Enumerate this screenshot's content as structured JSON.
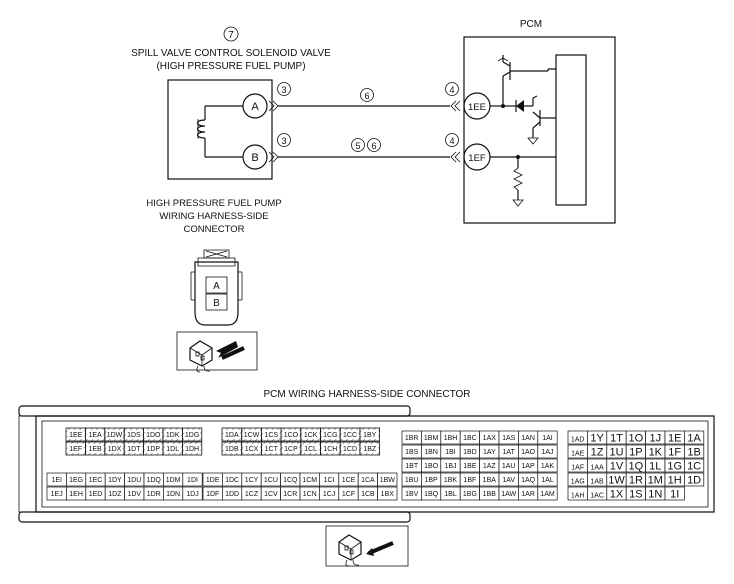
{
  "valve": {
    "number": "7",
    "title_line1": "SPILL VALVE CONTROL SOLENOID VALVE",
    "title_line2": "(HIGH PRESSURE FUEL PUMP)",
    "terminal_a": "A",
    "terminal_b": "B"
  },
  "pcm": {
    "title": "PCM",
    "terminal_top": "1EE",
    "terminal_bottom": "1EF"
  },
  "wires": {
    "top": {
      "left_note": "3",
      "mid_note": "6",
      "right_note": "4"
    },
    "bottom": {
      "left_note": "3",
      "mid_note_a": "5",
      "mid_note_b": "6",
      "right_note": "4"
    }
  },
  "pump_connector": {
    "title_line1": "HIGH PRESSURE FUEL PUMP",
    "title_line2": "WIRING HARNESS-SIDE",
    "title_line3": "CONNECTOR",
    "pin_a": "A",
    "pin_b": "B"
  },
  "pcm_connector": {
    "title": "PCM WIRING HARNESS-SIDE CONNECTOR",
    "block1": {
      "rows": [
        [
          "1EE",
          "1EA",
          "1DW",
          "1DS",
          "1DO",
          "1DK",
          "1DG"
        ],
        [
          "1EF",
          "1EB",
          "1DX",
          "1DT",
          "1DP",
          "1DL",
          "1DH"
        ],
        [
          "1EI",
          "1EG",
          "1EC",
          "1DY",
          "1DU",
          "1DQ",
          "1DM",
          "1DI"
        ],
        [
          "1EJ",
          "1EH",
          "1ED",
          "1DZ",
          "1DV",
          "1DR",
          "1DN",
          "1DJ"
        ]
      ]
    },
    "block2": {
      "rows": [
        [
          "1DA",
          "1CW",
          "1CS",
          "1CO",
          "1CK",
          "1CG",
          "1CC",
          "1BY"
        ],
        [
          "1DB",
          "1CX",
          "1CT",
          "1CP",
          "1CL",
          "1CH",
          "1CD",
          "1BZ"
        ],
        [
          "1DE",
          "1DC",
          "1CY",
          "1CU",
          "1CQ",
          "1CM",
          "1CI",
          "1CE",
          "1CA",
          "1BW"
        ],
        [
          "1DF",
          "1DD",
          "1CZ",
          "1CV",
          "1CR",
          "1CN",
          "1CJ",
          "1CF",
          "1CB",
          "1BX"
        ]
      ]
    },
    "block3": {
      "rows": [
        [
          "1BR",
          "1BM",
          "1BH",
          "1BC",
          "1AX",
          "1AS",
          "1AN",
          "1AI"
        ],
        [
          "1BS",
          "1BN",
          "1BI",
          "1BD",
          "1AY",
          "1AT",
          "1AO",
          "1AJ"
        ],
        [
          "1BT",
          "1BO",
          "1BJ",
          "1BE",
          "1AZ",
          "1AU",
          "1AP",
          "1AK"
        ],
        [
          "1BU",
          "1BP",
          "1BK",
          "1BF",
          "1BA",
          "1AV",
          "1AQ",
          "1AL"
        ],
        [
          "1BV",
          "1BQ",
          "1BL",
          "1BG",
          "1BB",
          "1AW",
          "1AR",
          "1AM"
        ]
      ]
    },
    "block4": {
      "rows": [
        [
          "1AD",
          "1Y",
          "1T",
          "1O",
          "1J",
          "1E",
          "1A"
        ],
        [
          "1AE",
          "1Z",
          "1U",
          "1P",
          "1K",
          "1F",
          "1B"
        ],
        [
          "1AF",
          "1AA",
          "1V",
          "1Q",
          "1L",
          "1G",
          "1C"
        ],
        [
          "1AG",
          "1AB",
          "1W",
          "1R",
          "1M",
          "1H",
          "1D"
        ],
        [
          "1AH",
          "1AC",
          "1X",
          "1S",
          "1N",
          "1I"
        ]
      ]
    }
  }
}
